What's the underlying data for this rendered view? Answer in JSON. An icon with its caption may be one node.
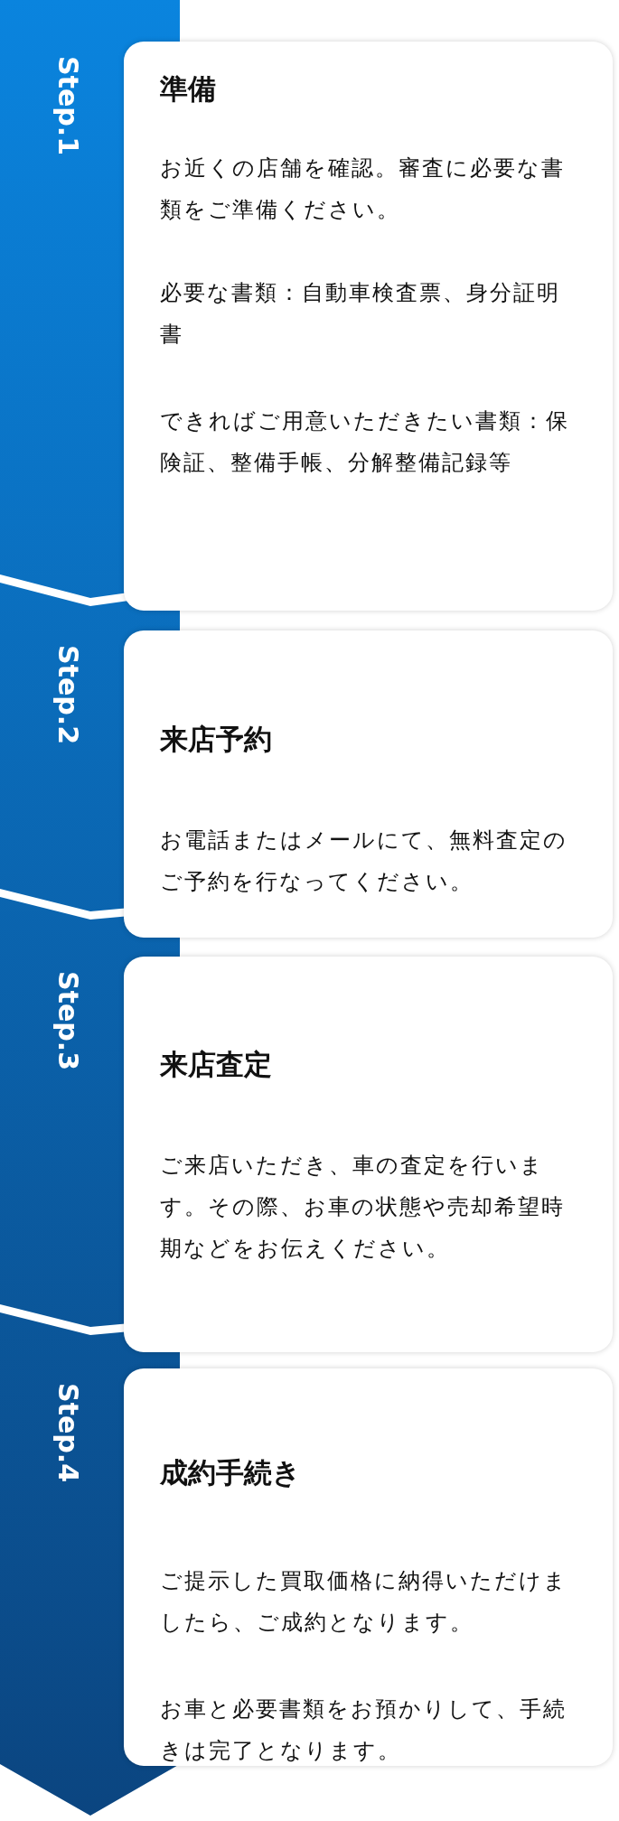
{
  "diagram": {
    "nodes": [
      {
        "text": [
          "Step.1"
        ]
      },
      {
        "text": [
          "Step.2"
        ]
      },
      {
        "text": [
          "Step.3"
        ]
      },
      {
        "text": [
          "Step.4"
        ]
      },
      {
        "text": [
          "準備",
          "お近くの店舗を確認。審査に必要な書類をご準備ください。",
          "必要な書類：自動車検査票、身分証明書",
          "できればご用意いただきたい書類：保険証、整備手帳、分解整備記録等"
        ]
      },
      {
        "text": [
          "来店予約",
          "お電話またはメールにて、無料査定のご予約を行なってください。"
        ]
      },
      {
        "text": [
          "来店査定",
          "ご来店いただき、車の査定を行います。その際、お車の状態や売却希望時期などをお伝えください。"
        ]
      },
      {
        "text": [
          "成約手続き",
          "ご提示した買取価格に納得いただけましたら、ご成約となります。",
          "お車と必要書類をお預かりして、手続きは完了となります。"
        ]
      }
    ],
    "edges": []
  }
}
